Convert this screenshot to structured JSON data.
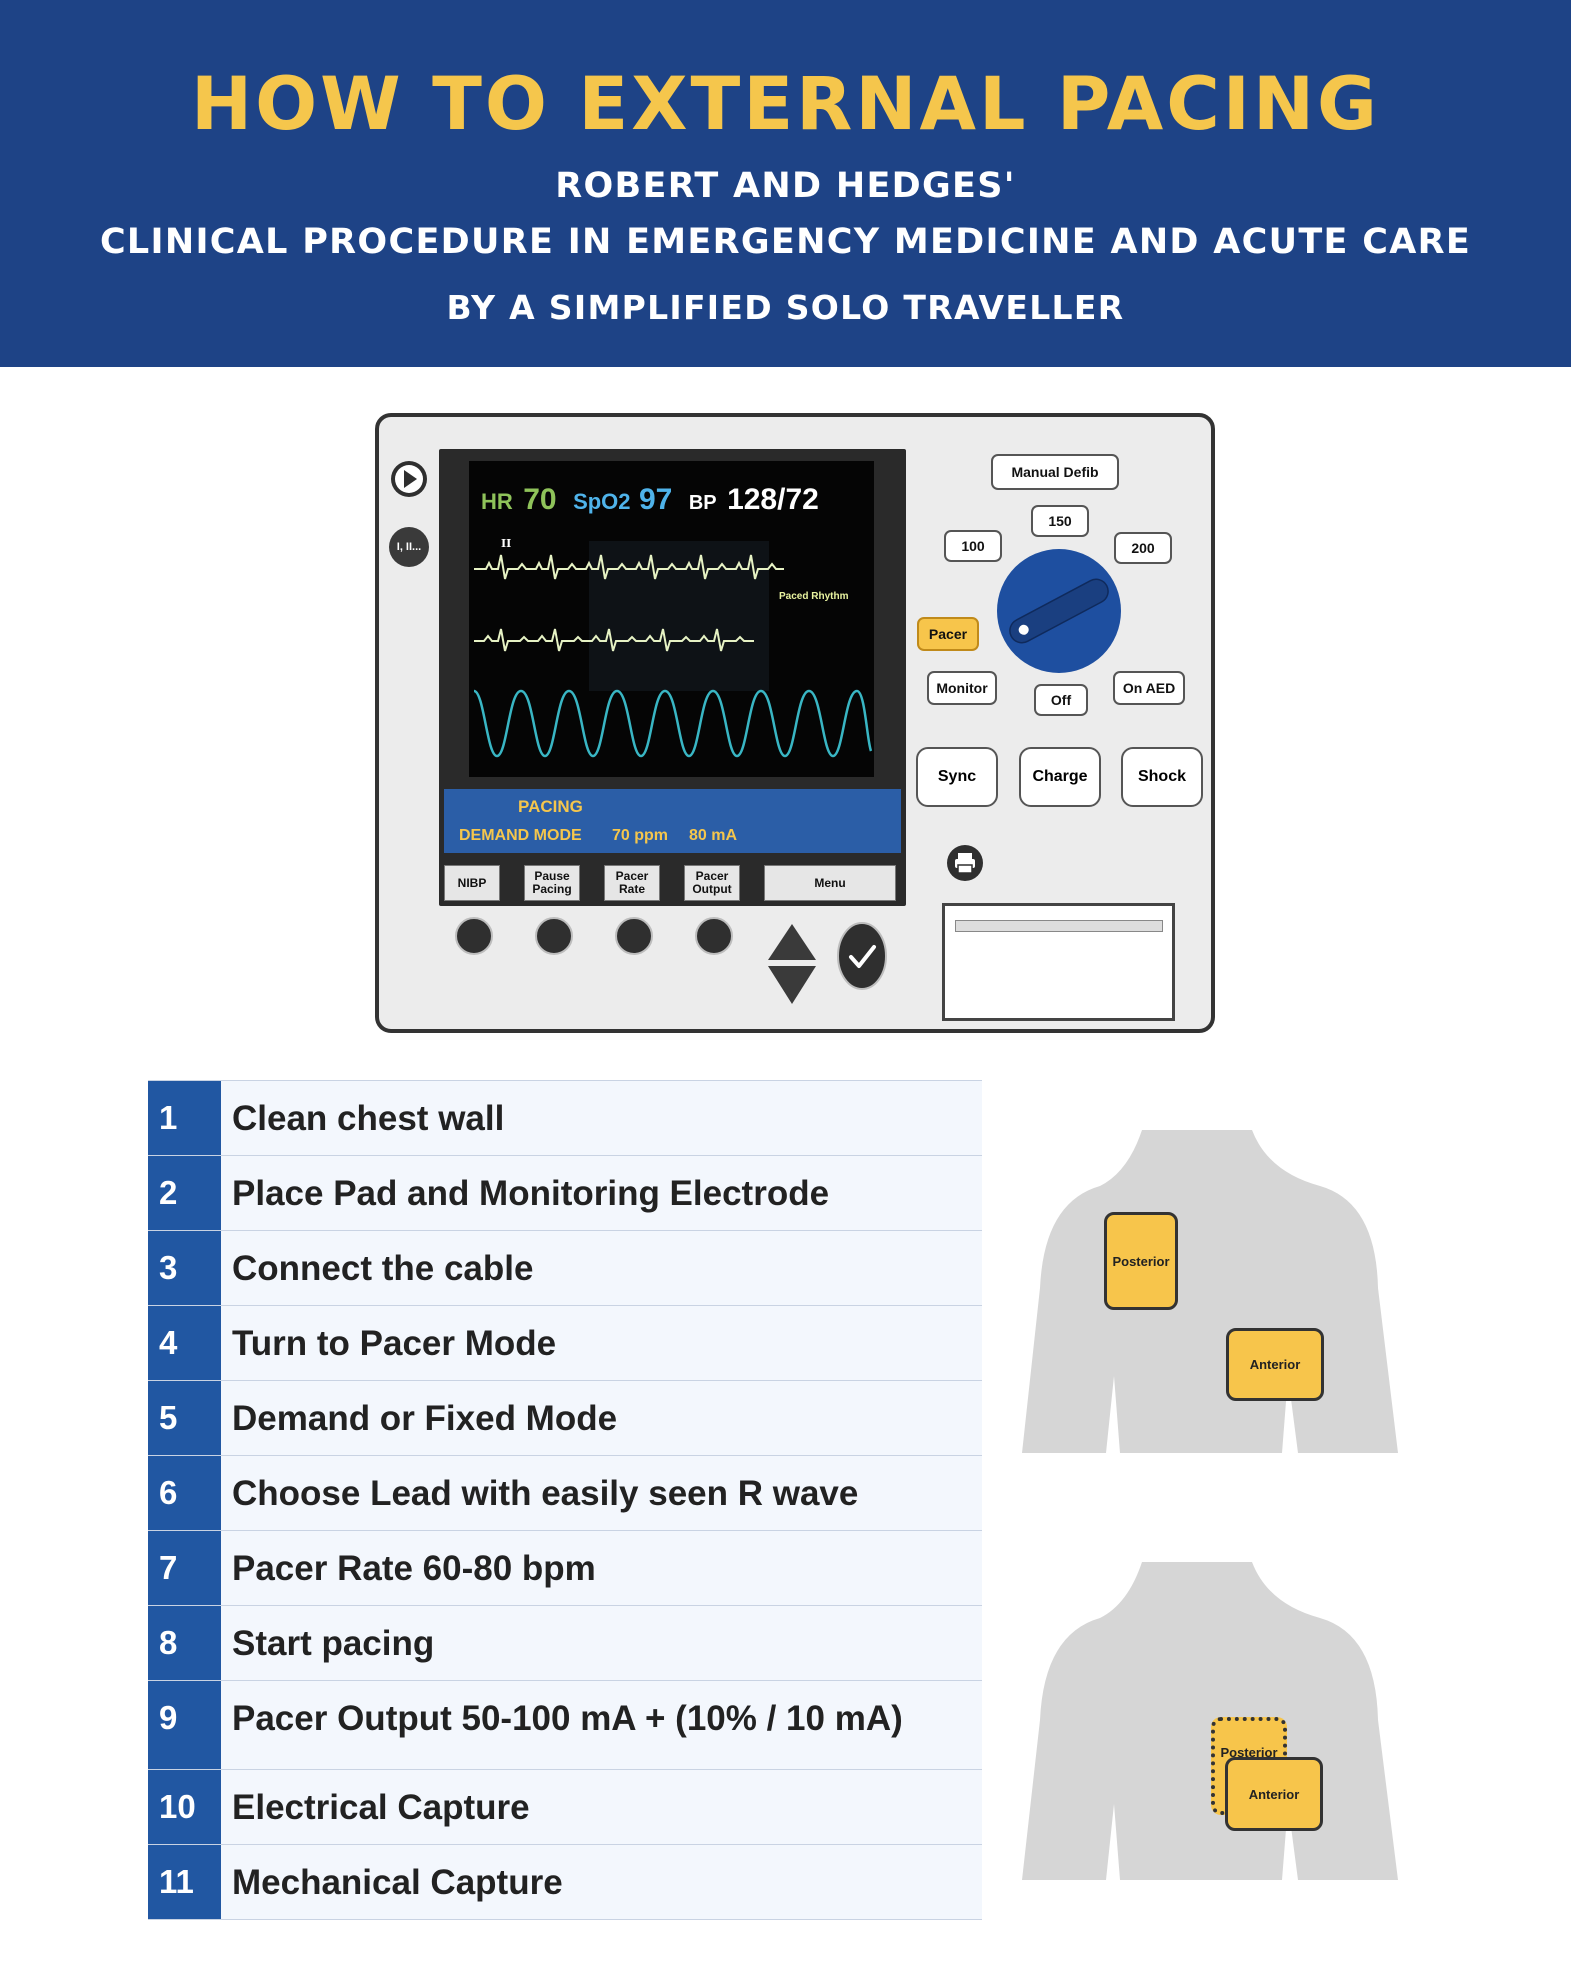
{
  "header": {
    "title": "HOW TO EXTERNAL PACING",
    "subtitle_1": "ROBERT AND HEDGES'",
    "subtitle_2": "CLINICAL PROCEDURE IN EMERGENCY MEDICINE AND ACUTE CARE",
    "subtitle_3": "BY A SIMPLIFIED SOLO TRAVELLER"
  },
  "colors": {
    "header_bg": "#1e4386",
    "title": "#f5c64c",
    "step_number_bg": "#2157a2",
    "pad": "#f7c54b",
    "dial": "#1e4fa0"
  },
  "monitor": {
    "hr_label": "HR",
    "hr_value": "70",
    "spo2_label": "SpO2",
    "spo2_value": "97",
    "bp_label": "BP",
    "bp_value": "128/72",
    "lead_label": "II",
    "rhythm_label": "Paced Rhythm",
    "mode_title": "PACING",
    "mode_label": "DEMAND MODE",
    "rate": "70 ppm",
    "output": "80 mA"
  },
  "device": {
    "play_icon": "play-icon",
    "lead_button": "I, II...",
    "softkeys": [
      "NIBP",
      "Pause Pacing",
      "Pacer Rate",
      "Pacer Output",
      "Menu"
    ],
    "dial_settings": {
      "manual_defib": "Manual Defib",
      "e150": "150",
      "e100": "100",
      "e200": "200",
      "pacer": "Pacer",
      "monitor": "Monitor",
      "off": "Off",
      "on_aed": "On AED"
    },
    "action_buttons": [
      "Sync",
      "Charge",
      "Shock"
    ],
    "printer_icon": "printer-icon"
  },
  "steps": [
    {
      "num": "1",
      "text": "Clean chest wall"
    },
    {
      "num": "2",
      "text": "Place Pad and Monitoring Electrode"
    },
    {
      "num": "3",
      "text": "Connect the cable"
    },
    {
      "num": "4",
      "text": "Turn to Pacer Mode"
    },
    {
      "num": "5",
      "text": "Demand or Fixed Mode"
    },
    {
      "num": "6",
      "text": "Choose Lead with easily seen R wave"
    },
    {
      "num": "7",
      "text": "Pacer Rate 60-80 bpm"
    },
    {
      "num": "8",
      "text": "Start pacing"
    },
    {
      "num": "9",
      "text": "Pacer Output 50-100 mA + (10% / 10 mA)"
    },
    {
      "num": "10",
      "text": "Electrical Capture"
    },
    {
      "num": "11",
      "text": "Mechanical Capture"
    }
  ],
  "placements": {
    "ap_posterior": "Posterior",
    "ap_anterior": "Anterior",
    "aa_posterior": "Posterior",
    "aa_anterior": "Anterior"
  }
}
